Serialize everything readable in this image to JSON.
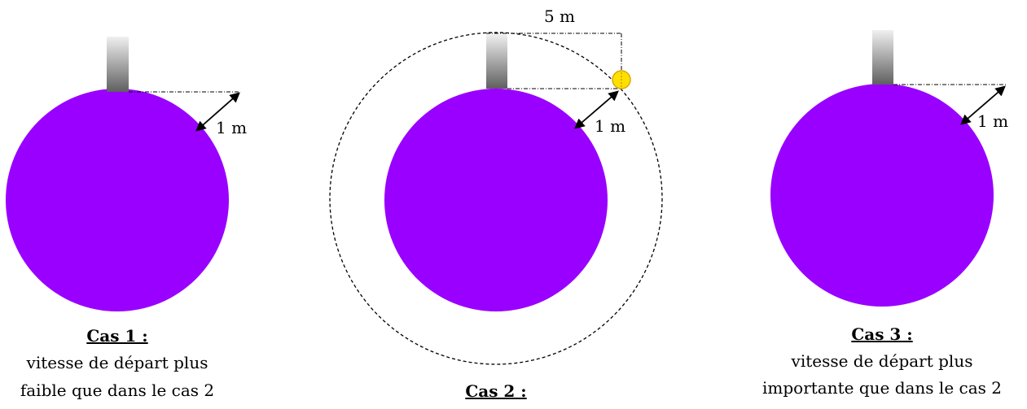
{
  "colors": {
    "planet": "#9900ff",
    "orbit": "#000000",
    "satellite": "#ffe000",
    "satellite_stroke": "#d9a800"
  },
  "case1": {
    "distance_label": "1 m",
    "caption_title": "Cas 1 :",
    "caption_line1": "vitesse de départ plus",
    "caption_line2": "faible que dans le cas 2"
  },
  "case2": {
    "top_label": "5 m",
    "distance_label": "1 m",
    "caption_title": "Cas 2 :"
  },
  "case3": {
    "distance_label": "1 m",
    "caption_title": "Cas 3 :",
    "caption_line1": "vitesse de départ plus",
    "caption_line2": "importante que dans le cas 2"
  }
}
